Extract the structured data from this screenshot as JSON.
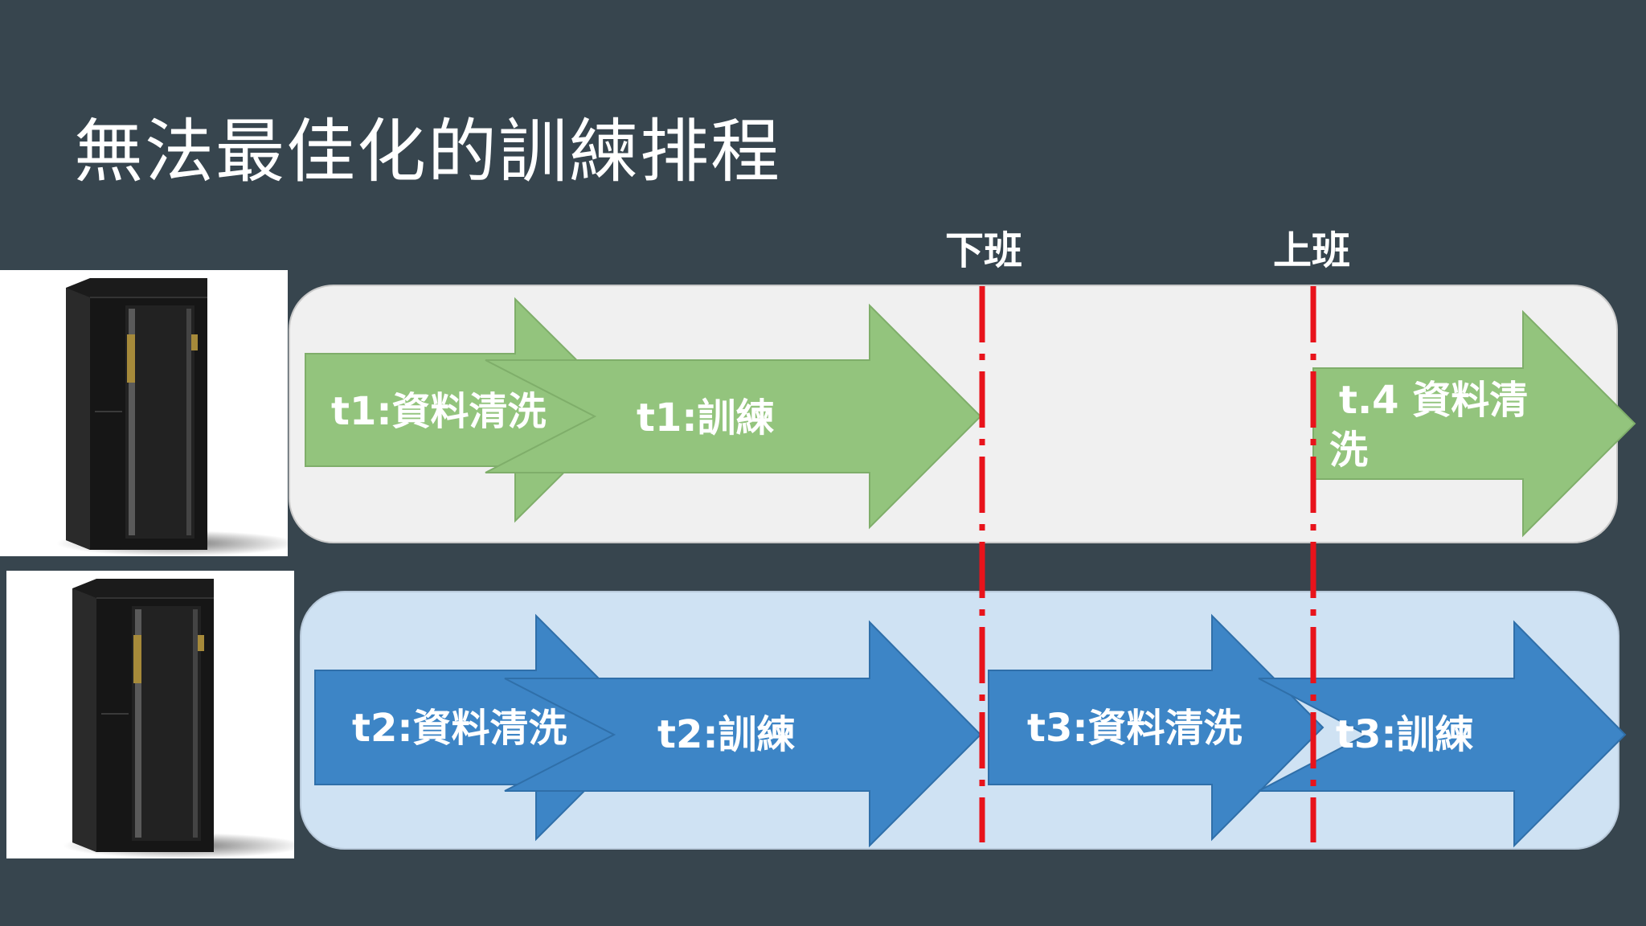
{
  "slide": {
    "title": "無法最佳化的訓練排程",
    "markers": [
      {
        "label": "下班"
      },
      {
        "label": "上班"
      }
    ],
    "lanes": [
      {
        "color": "#f0f0f0",
        "tasks": [
          {
            "label": "t1:資料清洗",
            "color": "#93c47d"
          },
          {
            "label": "t1:訓練",
            "color": "#93c47d"
          },
          {
            "label_line1": "t.4 資料清",
            "label_line2": "洗",
            "color": "#93c47d"
          }
        ]
      },
      {
        "color": "#cfe2f3",
        "tasks": [
          {
            "label": "t2:資料清洗",
            "color": "#3d85c6"
          },
          {
            "label": "t2:訓練",
            "color": "#3d85c6"
          },
          {
            "label": "t3:資料清洗",
            "color": "#3d85c6"
          },
          {
            "label": "t3:訓練",
            "color": "#3d85c6"
          }
        ]
      }
    ],
    "colors": {
      "background": "#37454e",
      "marker_line": "#e8131b",
      "rack": "#1c1c1c"
    },
    "icons": [
      "server-rack-icon",
      "server-rack-icon"
    ]
  }
}
